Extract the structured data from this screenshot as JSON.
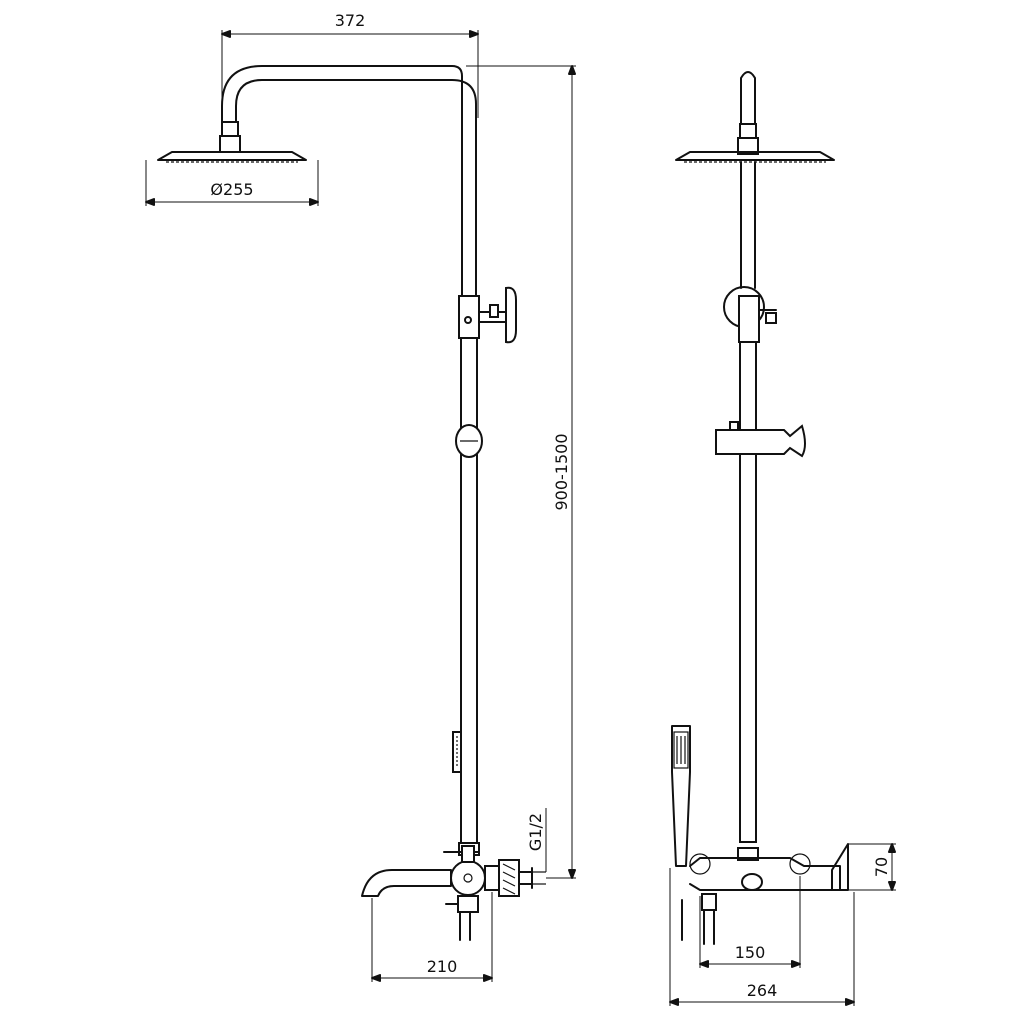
{
  "drawing": {
    "dimensions": {
      "arm_reach": "372",
      "head_diameter": "Ø255",
      "height_range": "900-1500",
      "inlet_thread": "G1/2",
      "spout_projection": "210",
      "inlet_centers": "150",
      "total_depth": "264",
      "mixer_height": "70"
    },
    "colors": {
      "line": "#111111",
      "background": "#ffffff"
    }
  }
}
